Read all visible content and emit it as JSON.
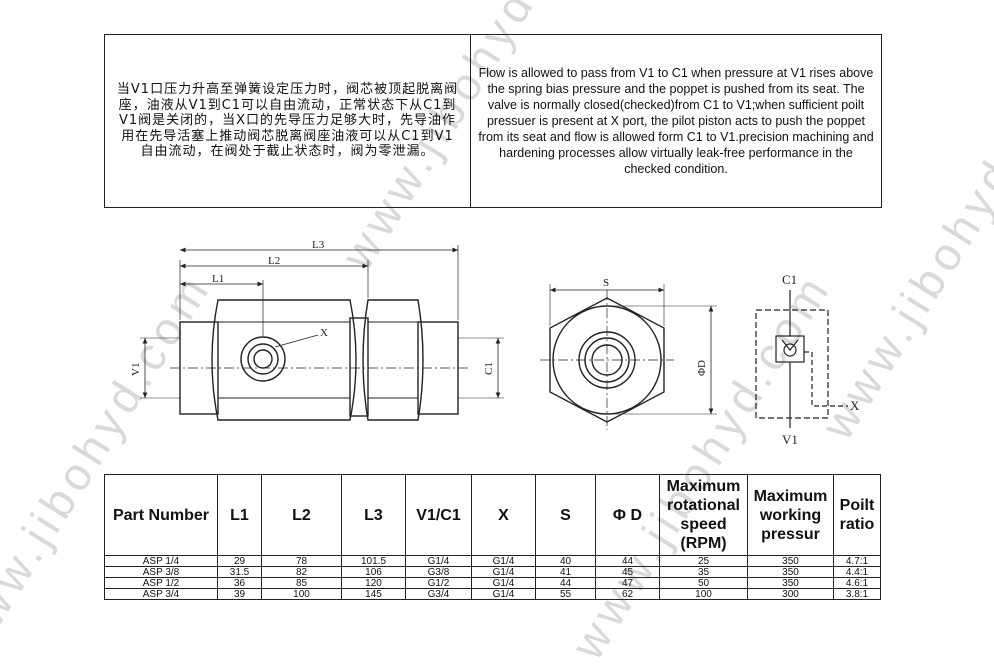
{
  "description": {
    "chinese": "当V1口压力升高至弹簧设定压力时，阀芯被顶起脱离阀座，油液从V1到C1可以自由流动，正常状态下从C1到V1阀是关闭的，当X口的先导压力足够大时，先导油作用在先导活塞上推动阀芯脱离阀座油液可以从C1到V1自由流动，在阀处于截止状态时，阀为零泄漏。",
    "english": "Flow is allowed to pass from V1 to C1 when pressure at V1 rises above the spring bias pressure and the poppet is pushed from its seat. The valve is normally closed(checked)from C1 to V1;when sufficient poilt pressuer is present at X port, the pilot piston acts to push the poppet from its seat and flow is allowed form C1 to V1.precision machining and hardening processes allow virtually leak-free performance in the checked condition."
  },
  "drawing": {
    "side_view": {
      "l1": "L1",
      "l2": "L2",
      "l3": "L3",
      "v1": "V1",
      "c1": "C1",
      "x": "X"
    },
    "end_view": {
      "s": "S",
      "od": "ΦD"
    },
    "symbol": {
      "c1": "C1",
      "v1": "V1",
      "x": "X"
    }
  },
  "table": {
    "headers": [
      "Part Number",
      "L1",
      "L2",
      "L3",
      "V1/C1",
      "X",
      "S",
      "Φ D",
      "Maximum rotational speed (RPM)",
      "Maximum working pressur",
      "Poilt ratio"
    ],
    "rows": [
      [
        "ASP 1/4",
        "29",
        "78",
        "101.5",
        "G1/4",
        "G1/4",
        "40",
        "44",
        "25",
        "350",
        "4.7:1"
      ],
      [
        "ASP 3/8",
        "31.5",
        "82",
        "106",
        "G3/8",
        "G1/4",
        "41",
        "45",
        "35",
        "350",
        "4.4:1"
      ],
      [
        "ASP 1/2",
        "36",
        "85",
        "120",
        "G1/2",
        "G1/4",
        "44",
        "47",
        "50",
        "350",
        "4.6:1"
      ],
      [
        "ASP 3/4",
        "39",
        "100",
        "145",
        "G3/4",
        "G1/4",
        "55",
        "62",
        "100",
        "300",
        "3.8:1"
      ]
    ]
  },
  "watermark": "www.jibohyd.com"
}
